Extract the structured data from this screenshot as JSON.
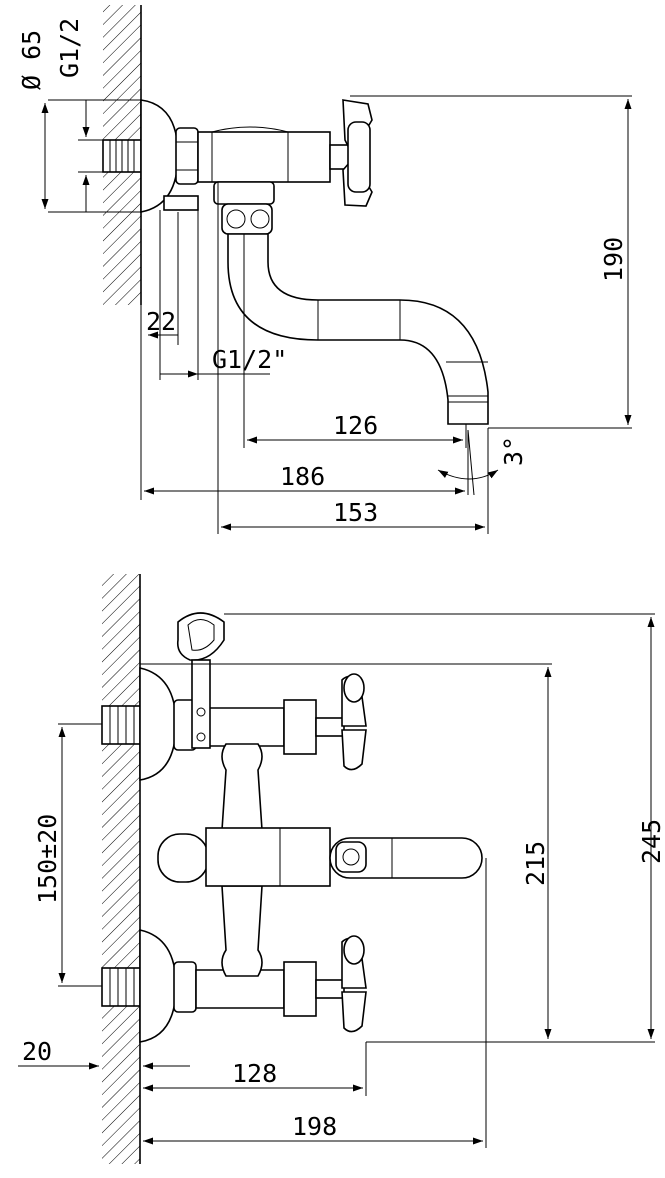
{
  "labels": {
    "dia65": "Ø 65",
    "g12_wall": "G1/2",
    "d22": "22",
    "g12_spout": "G1/2\"",
    "d190": "190",
    "d126": "126",
    "d3deg": "3°",
    "d186": "186",
    "d153": "153",
    "d245": "245",
    "d215": "215",
    "d150": "150±20",
    "d20": "20",
    "d128": "128",
    "d198": "198"
  }
}
